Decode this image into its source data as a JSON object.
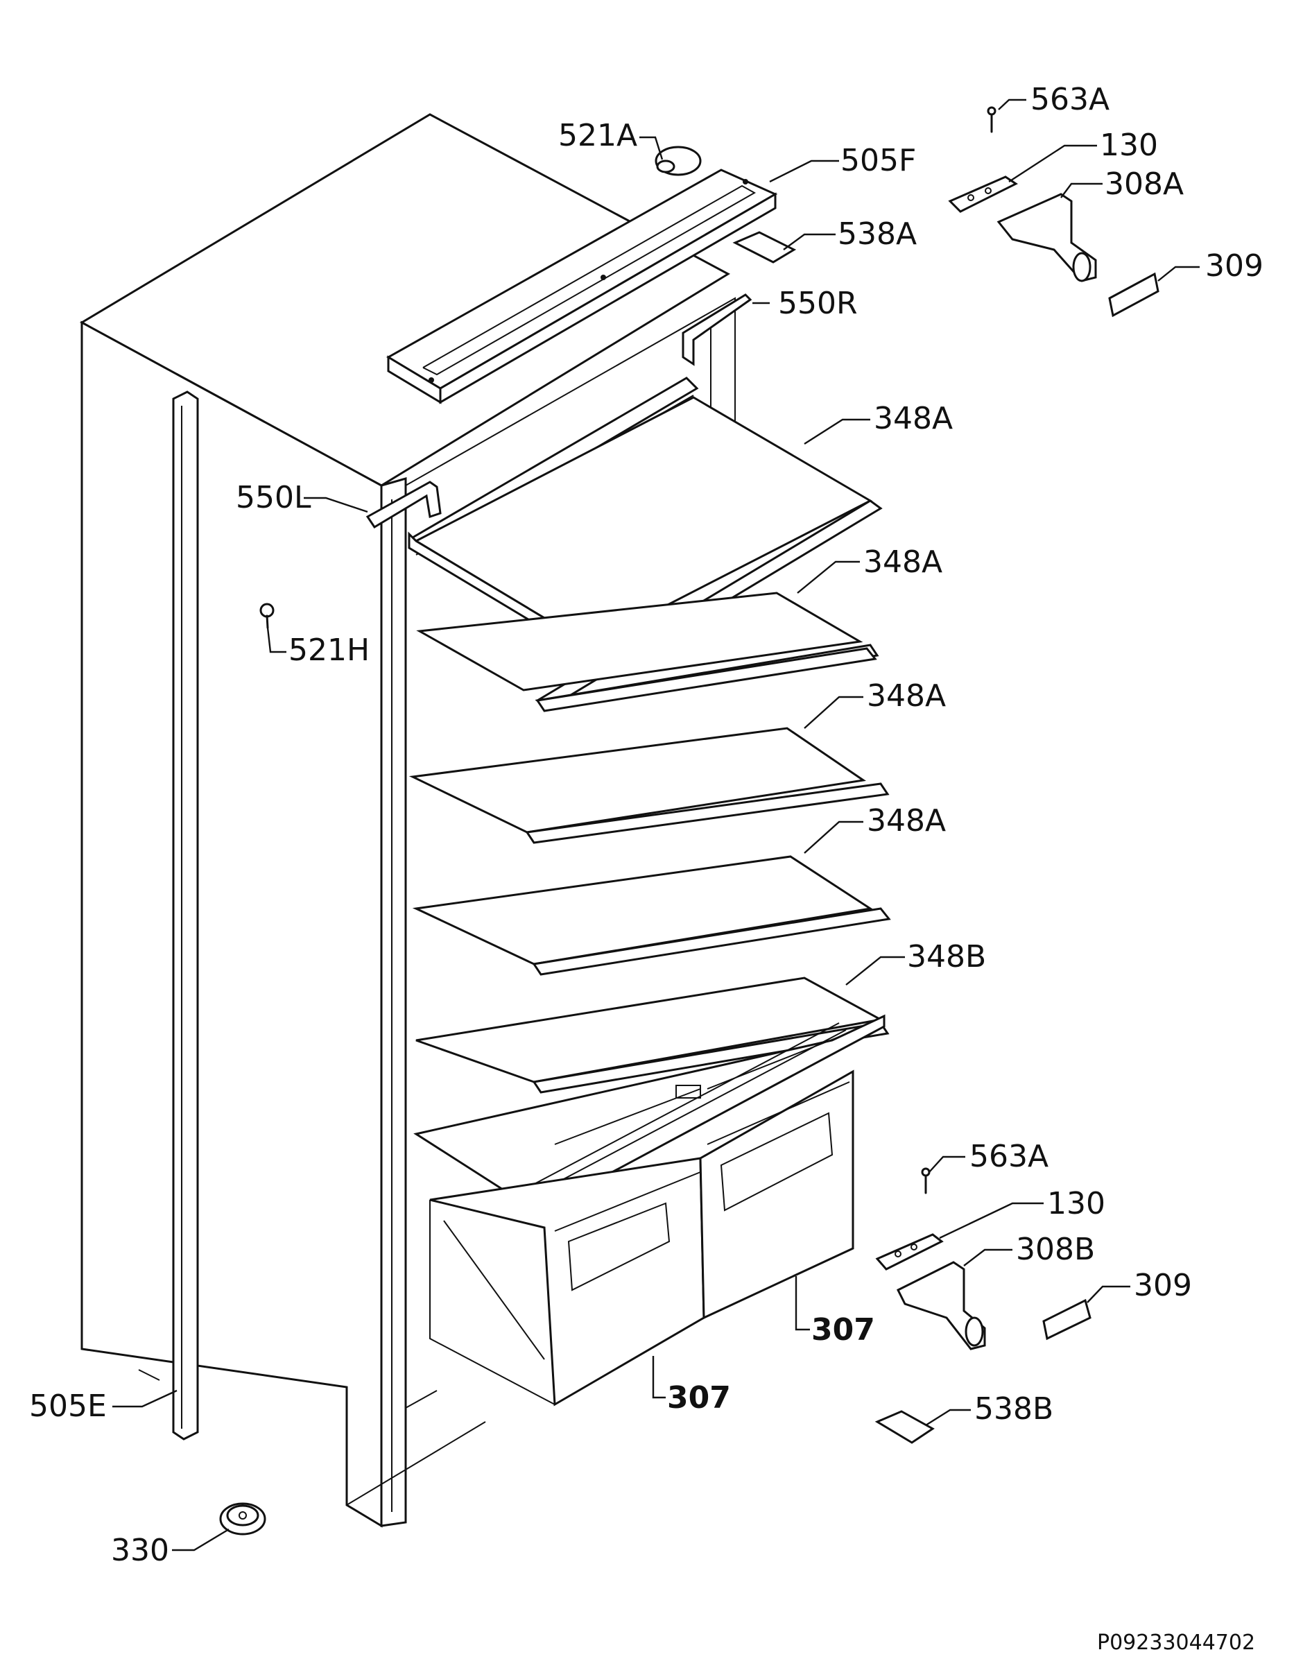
{
  "labels": {
    "p521A": "521A",
    "p505F": "505F",
    "p538A": "538A",
    "p550R": "550R",
    "p563A_top": "563A",
    "p130_top": "130",
    "p308A": "308A",
    "p309_top": "309",
    "p348A_1": "348A",
    "p348A_2": "348A",
    "p348A_3": "348A",
    "p348A_4": "348A",
    "p348B": "348B",
    "p550L": "550L",
    "p521H": "521H",
    "p563A_bottom": "563A",
    "p130_bottom": "130",
    "p308B": "308B",
    "p309_bottom": "309",
    "p307_right": "307",
    "p307_left": "307",
    "p538B": "538B",
    "p505E": "505E",
    "p330": "330"
  },
  "reference": "P09233044702"
}
